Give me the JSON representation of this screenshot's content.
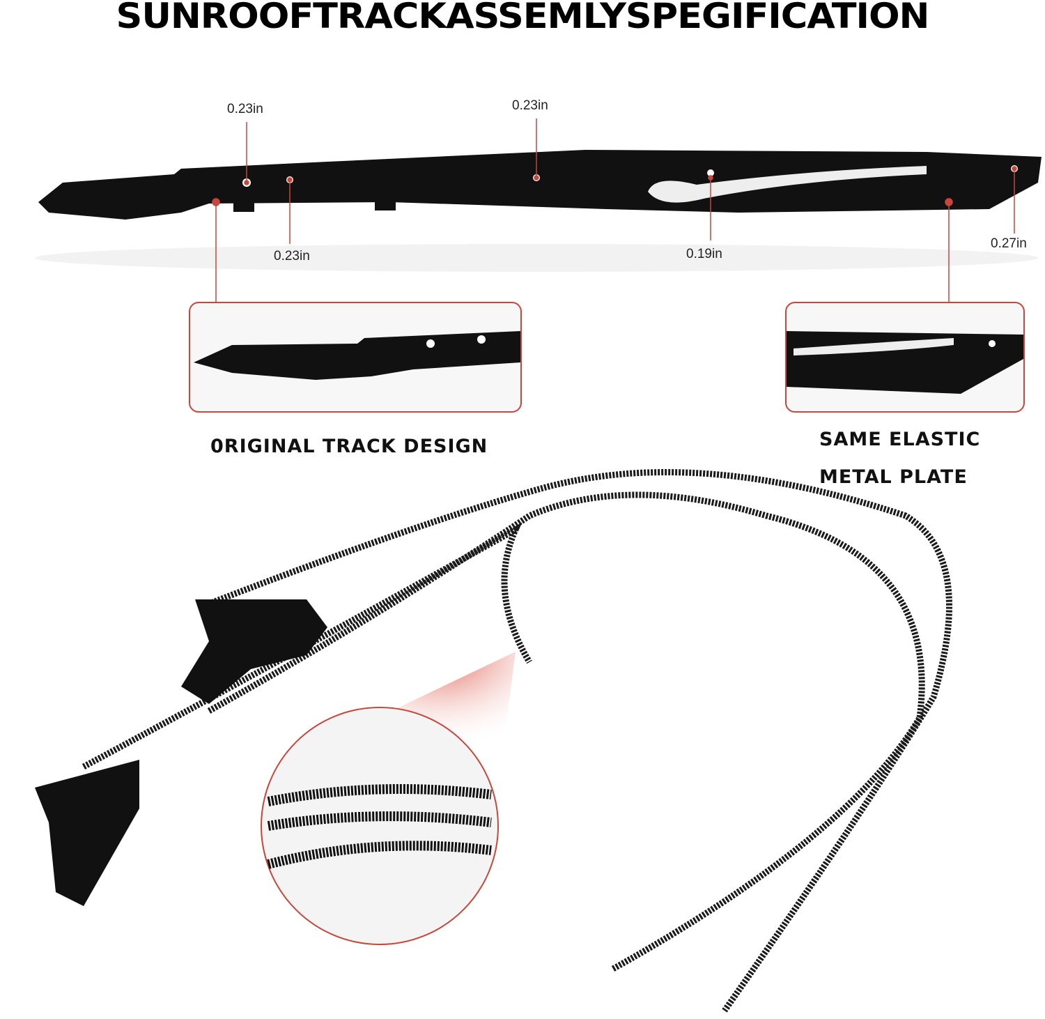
{
  "title": "SUNROOFTRACKASSEMLYSPEGIFICATION",
  "dimensions": [
    "0.23in",
    "0.23in",
    "0.23in",
    "0.19in",
    "0.27in"
  ],
  "captions": {
    "left": "0RIGINAL TRACK DESIGN",
    "right_line1": "SAME ELASTIC",
    "right_line2": "METAL PLATE"
  },
  "colors": {
    "accent": "#c8463a",
    "part": "#111111"
  }
}
